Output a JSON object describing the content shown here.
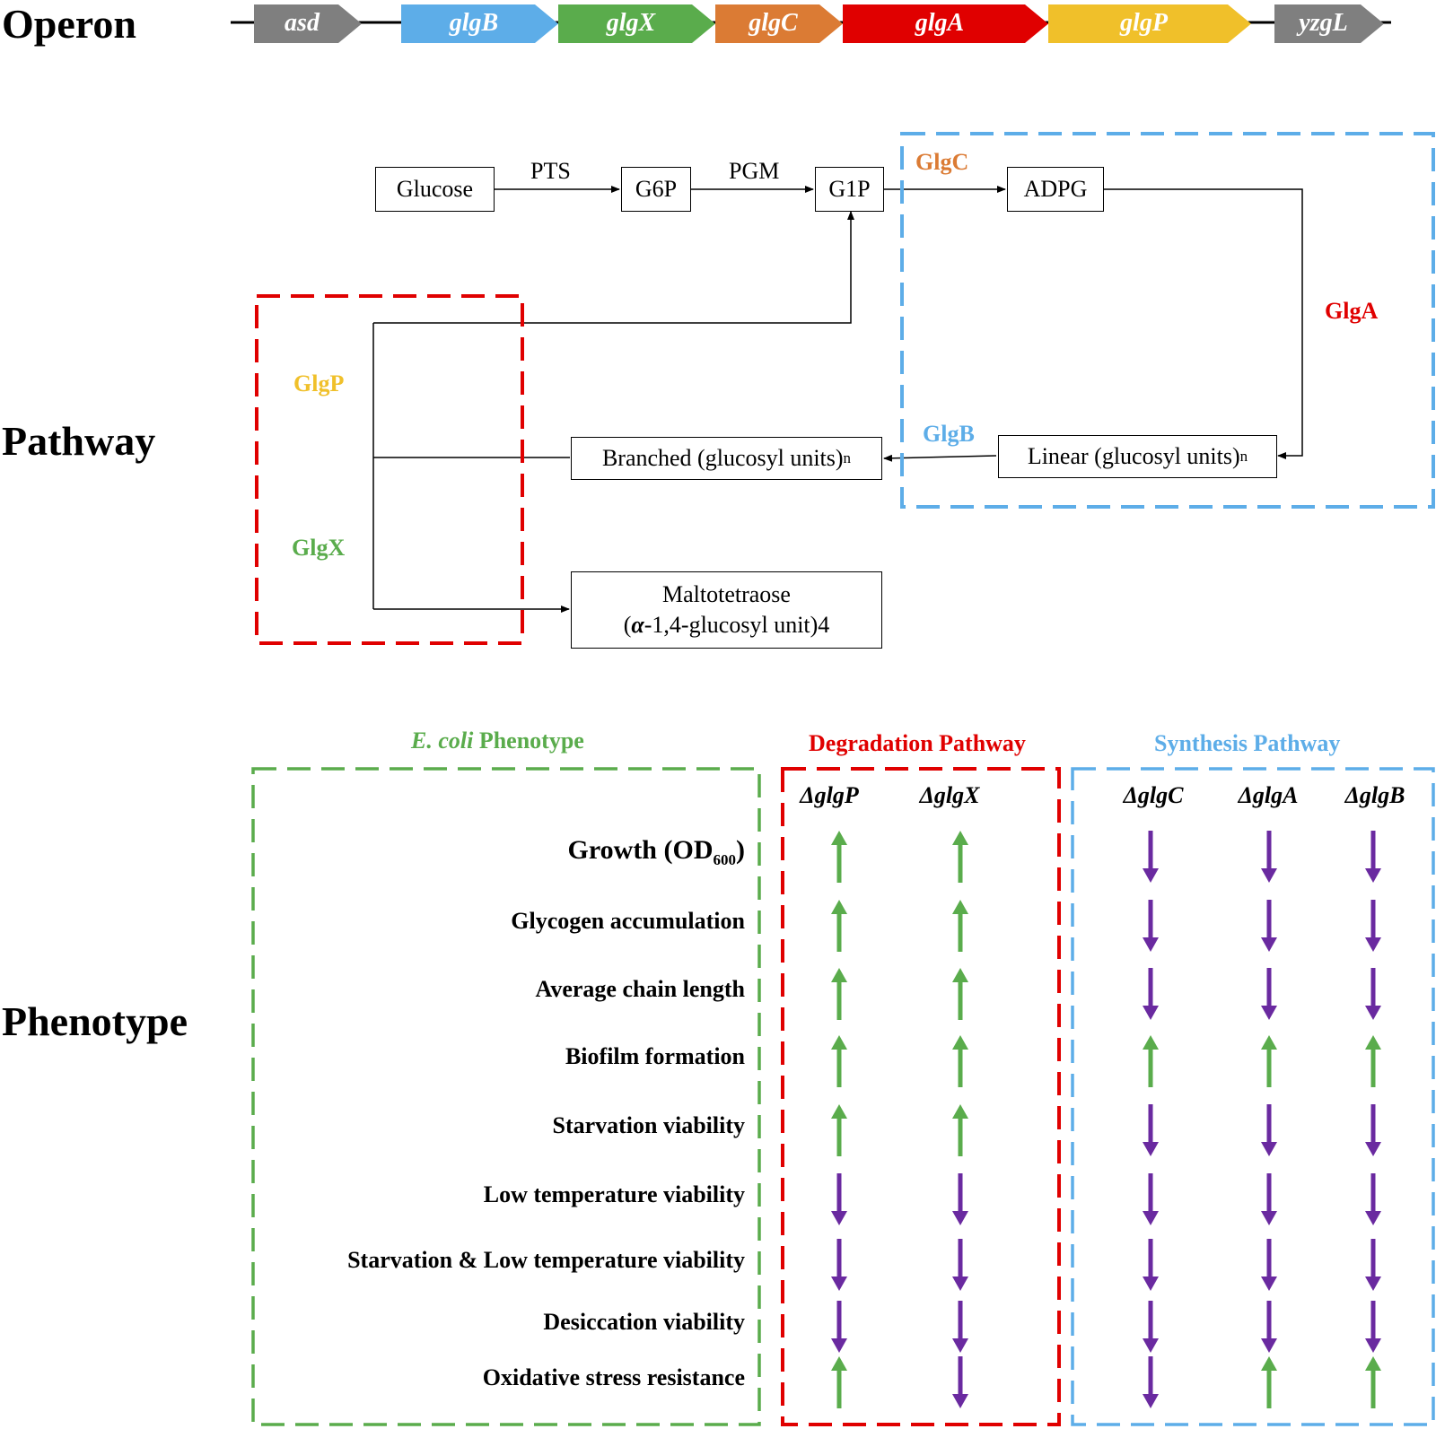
{
  "sections": {
    "operon": "Operon",
    "pathway": "Pathway",
    "phenotype": "Phenotype"
  },
  "operon": {
    "genes": [
      {
        "name": "asd",
        "color": "#7f7f7f"
      },
      {
        "name": "glgB",
        "color": "#5dade8"
      },
      {
        "name": "glgX",
        "color": "#5aac4c"
      },
      {
        "name": "glgC",
        "color": "#db7b34"
      },
      {
        "name": "glgA",
        "color": "#e00000"
      },
      {
        "name": "glgP",
        "color": "#f0c02a"
      },
      {
        "name": "yzgL",
        "color": "#7f7f7f"
      }
    ]
  },
  "pathway": {
    "nodes": {
      "glucose": "Glucose",
      "g6p": "G6P",
      "g1p": "G1P",
      "adpg": "ADPG",
      "linear": "Linear (glucosyl units)",
      "linear_sub": "n",
      "branched": "Branched (glucosyl units)",
      "branched_sub": "n",
      "maltotetraose_line1": "Maltotetraose",
      "maltotetraose_line2_prefix": "(",
      "maltotetraose_alpha": "α",
      "maltotetraose_line2_suffix": "-1,4-glucosyl unit)4"
    },
    "edges": {
      "pts": "PTS",
      "pgm": "PGM"
    },
    "enzymes": {
      "glgc": {
        "label": "GlgC",
        "color": "#db7b34"
      },
      "glga": {
        "label": "GlgA",
        "color": "#e00000"
      },
      "glgb": {
        "label": "GlgB",
        "color": "#5dade8"
      },
      "glgp": {
        "label": "GlgP",
        "color": "#f0c02a"
      },
      "glgx": {
        "label": "GlgX",
        "color": "#5aac4c"
      }
    }
  },
  "phenotype": {
    "ecoli_header_italic": "E. coli",
    "ecoli_header_rest": " Phenotype",
    "degradation_header": "Degradation Pathway",
    "synthesis_header": "Synthesis Pathway",
    "colors": {
      "ecoli": "#5aac4c",
      "degradation": "#e00000",
      "synthesis": "#5dade8",
      "up": "#5aac4c",
      "down": "#6a2aa0"
    },
    "mutants": [
      "ΔglgP",
      "ΔglgX",
      "ΔglgC",
      "ΔglgA",
      "ΔglgB"
    ],
    "growth_label": "Growth (OD",
    "growth_sub": "600",
    "growth_close": ")",
    "rows": [
      {
        "label": "Growth (OD600)",
        "arrows": [
          "up",
          "up",
          "down",
          "down",
          "down"
        ]
      },
      {
        "label": "Glycogen accumulation",
        "arrows": [
          "up",
          "up",
          "down",
          "down",
          "down"
        ]
      },
      {
        "label": "Average chain length",
        "arrows": [
          "up",
          "up",
          "down",
          "down",
          "down"
        ]
      },
      {
        "label": "Biofilm formation",
        "arrows": [
          "up",
          "up",
          "up",
          "up",
          "up"
        ]
      },
      {
        "label": "Starvation viability",
        "arrows": [
          "up",
          "up",
          "down",
          "down",
          "down"
        ]
      },
      {
        "label": "Low temperature viability",
        "arrows": [
          "down",
          "down",
          "down",
          "down",
          "down"
        ]
      },
      {
        "label": "Starvation & Low temperature viability",
        "arrows": [
          "down",
          "down",
          "down",
          "down",
          "down"
        ]
      },
      {
        "label": "Desiccation viability",
        "arrows": [
          "down",
          "down",
          "down",
          "down",
          "down"
        ]
      },
      {
        "label": "Oxidative stress resistance",
        "arrows": [
          "up",
          "down",
          "down",
          "up",
          "up"
        ]
      }
    ]
  }
}
